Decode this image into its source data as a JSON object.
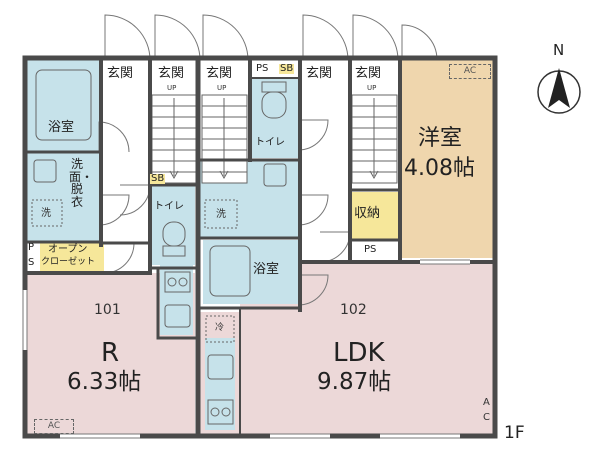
{
  "floor_label": "1F",
  "compass": {
    "letter": "N"
  },
  "units": {
    "u101": {
      "number": "101",
      "room_code": "R",
      "size": "6.33帖"
    },
    "u102": {
      "number": "102",
      "room_code": "LDK",
      "size": "9.87帖"
    }
  },
  "rooms": {
    "bath": "浴室",
    "washroom": "洗面・脱衣",
    "toilet": "トイレ",
    "storage": "収納",
    "western": "洋室",
    "western_size": "4.08帖",
    "open_closet_1": "オープン",
    "open_closet_2": "クローゼット",
    "entrance": "玄関"
  },
  "codes": {
    "up": "UP",
    "ps": "PS",
    "sb": "SB",
    "ac": "AC",
    "wash": "洗",
    "fridge": "冷",
    "ps_v1": "P",
    "ps_v2": "S",
    "ac_v1": "A",
    "ac_v2": "C"
  },
  "colors": {
    "wall": "#4a4a4a",
    "pink": "#ecd8d8",
    "blue": "#c6e2ea",
    "tan": "#efd6ad",
    "yellow": "#f6e79a"
  }
}
